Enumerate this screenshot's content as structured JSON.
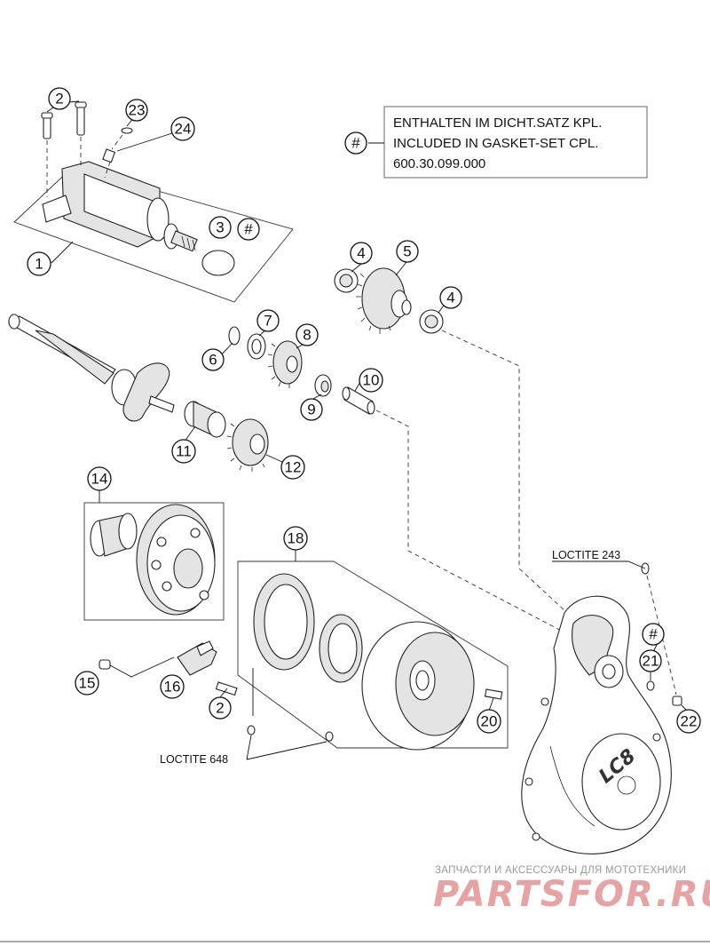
{
  "callouts": [
    {
      "id": "c1",
      "label": "1"
    },
    {
      "id": "c2a",
      "label": "2"
    },
    {
      "id": "c2b",
      "label": "2"
    },
    {
      "id": "c3",
      "label": "3"
    },
    {
      "id": "c3h",
      "label": "#"
    },
    {
      "id": "c4a",
      "label": "4"
    },
    {
      "id": "c4b",
      "label": "4"
    },
    {
      "id": "c5",
      "label": "5"
    },
    {
      "id": "c6",
      "label": "6"
    },
    {
      "id": "c7",
      "label": "7"
    },
    {
      "id": "c8",
      "label": "8"
    },
    {
      "id": "c9",
      "label": "9"
    },
    {
      "id": "c10",
      "label": "10"
    },
    {
      "id": "c11",
      "label": "11"
    },
    {
      "id": "c12",
      "label": "12"
    },
    {
      "id": "c14",
      "label": "14"
    },
    {
      "id": "c15",
      "label": "15"
    },
    {
      "id": "c16",
      "label": "16"
    },
    {
      "id": "c18",
      "label": "18"
    },
    {
      "id": "c20",
      "label": "20"
    },
    {
      "id": "c21",
      "label": "21"
    },
    {
      "id": "c21h",
      "label": "#"
    },
    {
      "id": "c22",
      "label": "22"
    },
    {
      "id": "c23",
      "label": "23"
    },
    {
      "id": "c24",
      "label": "24"
    }
  ],
  "note": {
    "symbol": "#",
    "lines": [
      "ENTHALTEN IM DICHT.SATZ KPL.",
      "INCLUDED IN GASKET-SET CPL.",
      "600.30.099.000"
    ]
  },
  "labels": {
    "loctite_243": "LOCTITE 243",
    "loctite_648": "LOCTITE 648"
  },
  "cover_logo": "LC8",
  "watermark": {
    "tagline": "ЗАПЧАСТИ И АКСЕССУАРЫ ДЛЯ МОТОТЕХНИКИ",
    "brand": "PARTSFOR.RU"
  }
}
